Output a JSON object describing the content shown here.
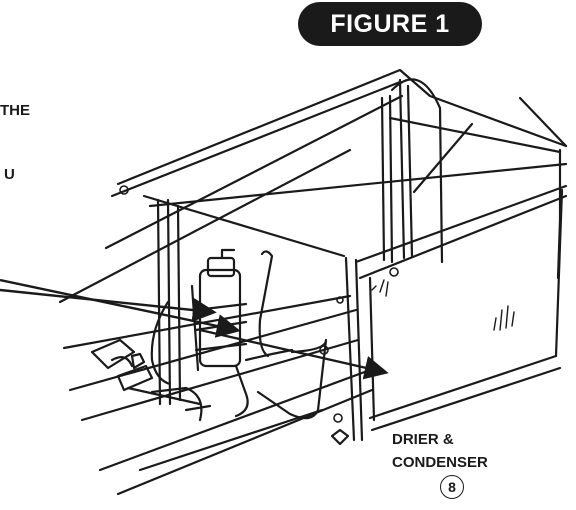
{
  "figure_label": "FIGURE 1",
  "left_fragments": [
    "THE",
    "U"
  ],
  "callout": {
    "line1": "DRIER &",
    "line2": "CONDENSER",
    "number": "8"
  }
}
